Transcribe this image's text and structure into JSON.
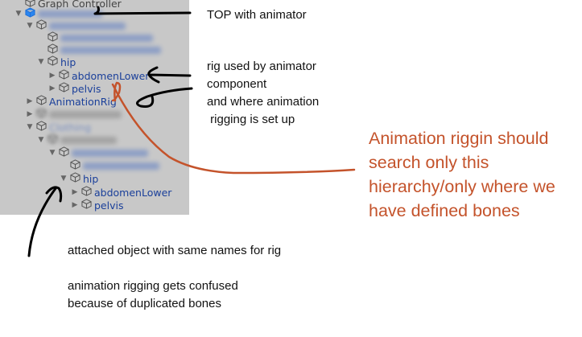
{
  "hierarchy": {
    "partial_top": "Graph Controller",
    "rows": [
      {
        "label": "hip"
      },
      {
        "label": "abdomenLower"
      },
      {
        "label": "pelvis"
      },
      {
        "label": "AnimationRig"
      },
      {
        "label": "Clothing"
      },
      {
        "label": "hip"
      },
      {
        "label": "abdomenLower"
      },
      {
        "label": "pelvis"
      }
    ]
  },
  "annotations": {
    "top": "TOP with animator",
    "rig": "rig used by animator\ncomponent\nand where animation\n rigging is set up",
    "red": "Animation riggin should\nsearch only this\nhierarchy/only where we\nhave defined bones",
    "attached": "attached object with same names for rig",
    "confused": "animation rigging gets confused\nbecause of duplicated bones",
    "red_color": "#c4532b"
  }
}
